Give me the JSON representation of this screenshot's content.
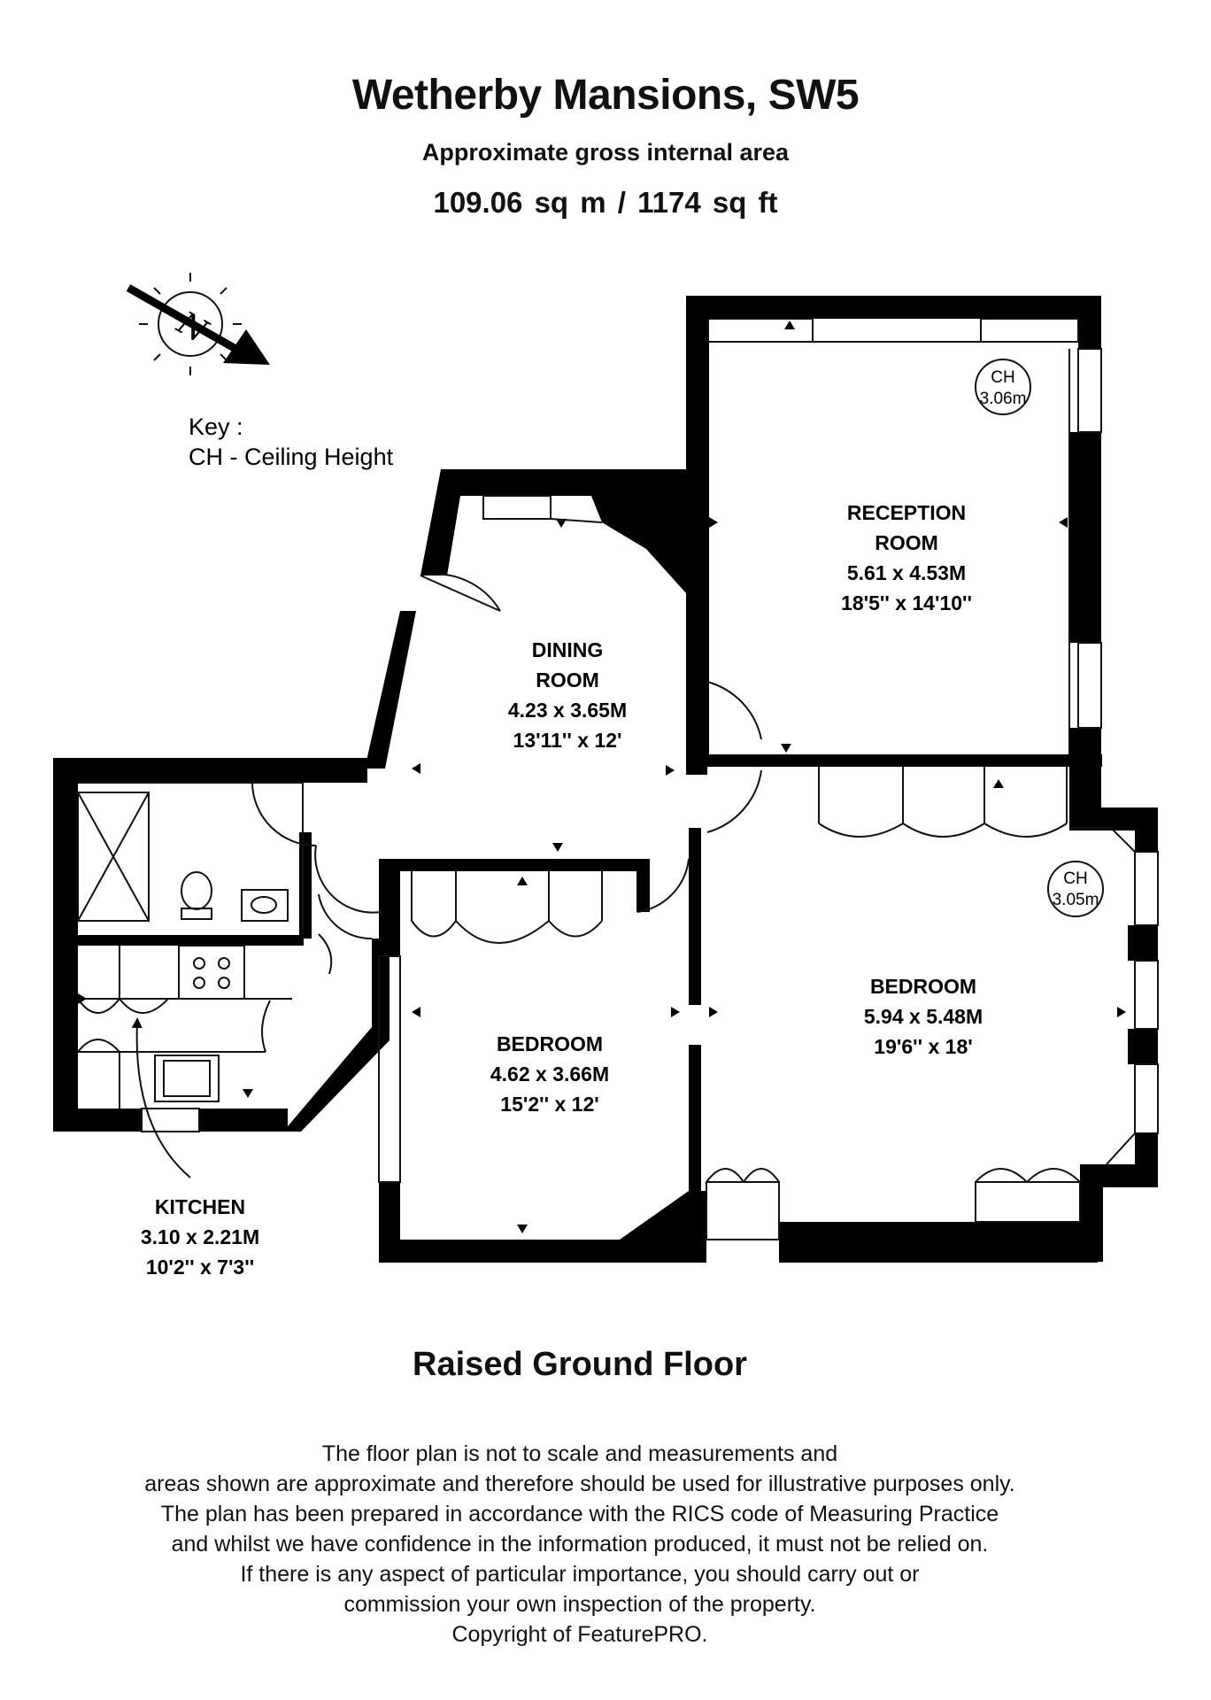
{
  "header": {
    "title": "Wetherby Mansions, SW5",
    "subtitle": "Approximate gross internal area",
    "area": "109.06 sq m /  1174 sq ft"
  },
  "compass": {
    "letter": "N"
  },
  "key": {
    "heading": "Key :",
    "item": "CH - Ceiling Height"
  },
  "rooms": {
    "reception": {
      "name1": "RECEPTION",
      "name2": "ROOM",
      "metric": "5.61 x 4.53M",
      "imperial": "18'5'' x 14'10''"
    },
    "dining": {
      "name1": "DINING",
      "name2": "ROOM",
      "metric": "4.23 x 3.65M",
      "imperial": "13'11'' x 12'"
    },
    "bedroom_main": {
      "name": "BEDROOM",
      "metric": "5.94 x 5.48M",
      "imperial": "19'6'' x 18'"
    },
    "bedroom_second": {
      "name": "BEDROOM",
      "metric": "4.62 x 3.66M",
      "imperial": "15'2'' x 12'"
    },
    "kitchen": {
      "name": "KITCHEN",
      "metric": "3.10 x 2.21M",
      "imperial": "10'2'' x 7'3''"
    }
  },
  "ceiling_heights": {
    "reception": {
      "label": "CH",
      "value": "3.06m"
    },
    "bedroom": {
      "label": "CH",
      "value": "3.05m"
    }
  },
  "floor_name": "Raised Ground Floor",
  "disclaimer": [
    "The floor plan is not to scale and measurements and",
    "areas shown are approximate and therefore should be used for illustrative purposes only.",
    "The plan has been prepared in accordance with the RICS code of Measuring Practice",
    "and whilst we have confidence in the information produced, it must not be relied on.",
    "If there is any aspect of particular importance, you should carry out or",
    "commission your own inspection of the property.",
    "Copyright of FeaturePRO."
  ],
  "colors": {
    "wall": "#000000",
    "line": "#111111",
    "background": "#ffffff"
  }
}
